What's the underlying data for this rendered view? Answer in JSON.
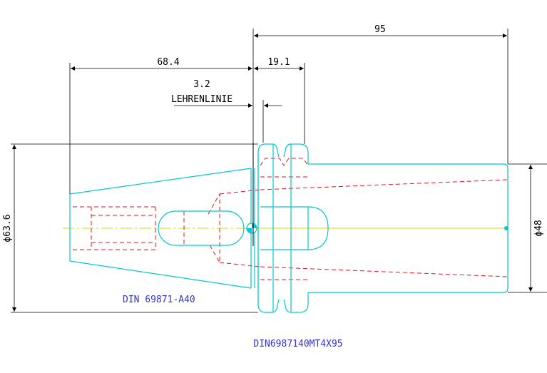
{
  "dimensions": {
    "overall_length": "95",
    "taper_length": "68.4",
    "flange_length": "19.1",
    "gauge_offset": "3.2",
    "gauge_line_label": "LEHRENLINIE",
    "flange_diameter": "ϕ63.6",
    "shank_diameter": "ϕ48"
  },
  "labels": {
    "standard": "DIN 69871-A40",
    "part_code": "DIN6987140MT4X95"
  },
  "colors": {
    "outline": "#00c8d2",
    "hidden": "#e8151b",
    "center": "#d8d800",
    "dimension": "#000000",
    "label": "#3333cc",
    "background": "#ffffff"
  }
}
